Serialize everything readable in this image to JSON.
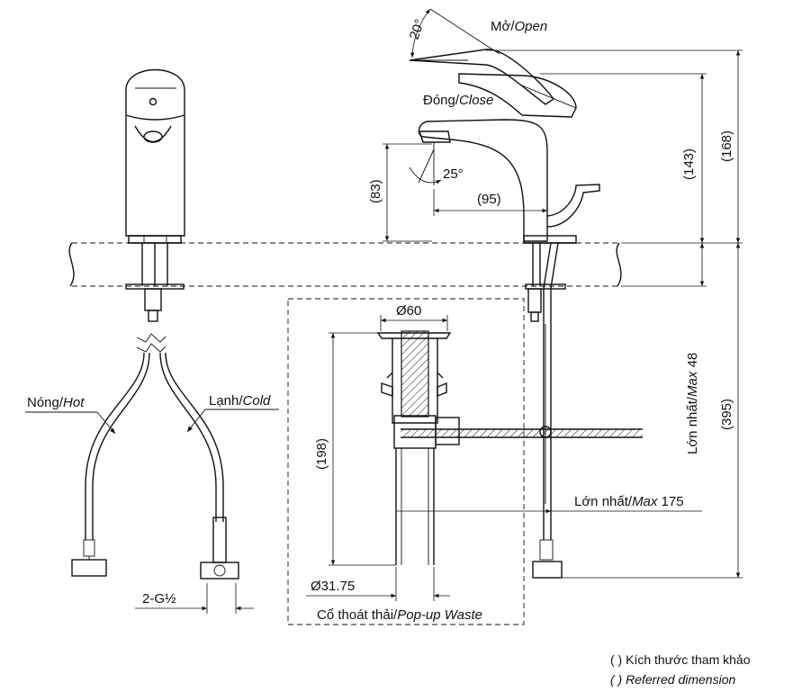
{
  "labels": {
    "open": "Mở/",
    "open_it": "Open",
    "close": "Đóng/",
    "close_it": "Close",
    "angle20": "20°",
    "angle25": "25°",
    "d83": "(83)",
    "d95": "(95)",
    "d143": "(143)",
    "d168": "(168)",
    "d395": "(395)",
    "max48_a": "Lớn nhất/",
    "max48_b": "Max",
    "max48_c": " 48",
    "max175_a": "Lớn nhất/",
    "max175_b": "Max",
    "max175_c": " 175",
    "d198": "(198)",
    "phi60": "Ø60",
    "phi3175": "Ø31.75",
    "hot_a": "Nóng/",
    "hot_b": "Hot",
    "cold_a": "Lạnh/",
    "cold_b": "Cold",
    "thread": "2-G½",
    "waste_a": "Cổ thoát thải/",
    "waste_b": "Pop-up Waste",
    "note1": "( ) Kích thước tham khảo",
    "note2": "( ) Referred dimension"
  }
}
